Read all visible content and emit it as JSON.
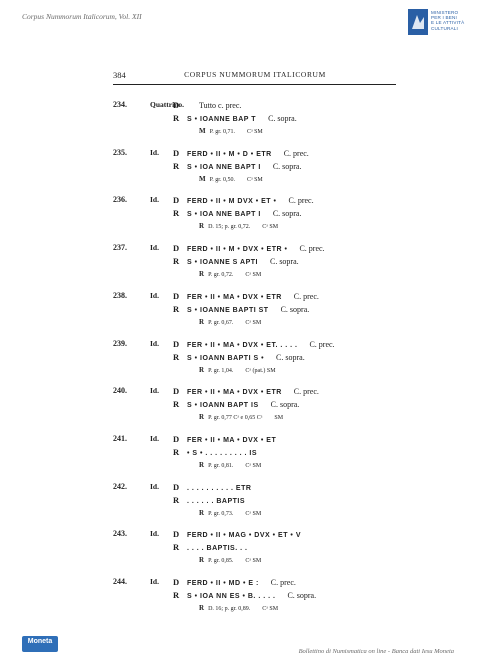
{
  "header": {
    "publication": "Corpus Nummorum Italicorum, Vol. XII",
    "ministry_line1": "MINISTERO",
    "ministry_line2": "PER I BENI",
    "ministry_line3": "E LE ATTIVITÀ",
    "ministry_line4": "CULTURALI"
  },
  "page": {
    "number": "384",
    "running_title": "CORPUS NUMMORUM ITALICORUM"
  },
  "entries": [
    {
      "num": "234.",
      "mint": "Quattrino.",
      "obv_side": "D",
      "obv_legend": "",
      "obv_desc": "Tutto c. prec.",
      "rev_side": "R",
      "rev_legend": "S • IOANNE  BAP  T",
      "rev_desc": "C. sopra.",
      "meta_metal": "M",
      "meta_details": "P. gr. 0,71.",
      "meta_collection": "Cᵃ  SM"
    },
    {
      "num": "235.",
      "mint": "Id.",
      "obv_side": "D",
      "obv_legend": "FERD • II • M • D • ETR",
      "obv_desc": "C. prec.",
      "rev_side": "R",
      "rev_legend": "S • IOA  NNE  BAPT  I",
      "rev_desc": "C. sopra.",
      "meta_metal": "M",
      "meta_details": "P. gr. 0,50.",
      "meta_collection": "Cᵃ  SM"
    },
    {
      "num": "236.",
      "mint": "Id.",
      "obv_side": "D",
      "obv_legend": "FERD • II • M  DVX • ET •",
      "obv_desc": "C. prec.",
      "rev_side": "R",
      "rev_legend": "S • IOA  NNE  BAPT  I",
      "rev_desc": "C. sopra.",
      "meta_metal": "R",
      "meta_details": "D. 15; p. gr. 0,72.",
      "meta_collection": "Cᵃ  SM"
    },
    {
      "num": "237.",
      "mint": "Id.",
      "obv_side": "D",
      "obv_legend": "FERD • II • M • DVX • ETR •",
      "obv_desc": "C. prec.",
      "rev_side": "R",
      "rev_legend": "S • IOANNE  S APTI",
      "rev_desc": "C. sopra.",
      "meta_metal": "R",
      "meta_details": "P. gr. 0,72.",
      "meta_collection": "Cᵃ  SM"
    },
    {
      "num": "238.",
      "mint": "Id.",
      "obv_side": "D",
      "obv_legend": "FER • II • MA • DVX • ETR",
      "obv_desc": "C. prec.",
      "rev_side": "R",
      "rev_legend": "S • IOANNE  BAPTI  ST",
      "rev_desc": "C. sopra.",
      "meta_metal": "R",
      "meta_details": "P. gr. 0,67.",
      "meta_collection": "Cᵃ  SM"
    },
    {
      "num": "239.",
      "mint": "Id.",
      "obv_side": "D",
      "obv_legend": "FER • II • MA • DVX • ET. . . . .",
      "obv_desc": "C. prec.",
      "rev_side": "R",
      "rev_legend": "S • IOANN  BAPTI  S •",
      "rev_desc": "C. sopra.",
      "meta_metal": "R",
      "meta_details": "P. gr. 1,04.",
      "meta_collection": "Cᵃ (pat.)  SM"
    },
    {
      "num": "240.",
      "mint": "Id.",
      "obv_side": "D",
      "obv_legend": "FER • II • MA • DVX • ETR",
      "obv_desc": "C. prec.",
      "rev_side": "R",
      "rev_legend": "S • IOANN  BAPT  IS",
      "rev_desc": "C. sopra.",
      "meta_metal": "R",
      "meta_details": "P. gr. 0,77 Cᵃ e 0,65 Cᵃ",
      "meta_collection": "SM"
    },
    {
      "num": "241.",
      "mint": "Id.",
      "obv_side": "D",
      "obv_legend": "FER • II • MA •   DVX • ET",
      "obv_desc": "",
      "rev_side": "R",
      "rev_legend": "• S • . . . . . . . . .  IS",
      "rev_desc": "",
      "meta_metal": "R",
      "meta_details": "P. gr. 0,81.",
      "meta_collection": "Cᵃ  SM"
    },
    {
      "num": "242.",
      "mint": "Id.",
      "obv_side": "D",
      "obv_legend": ". . . . . . . . . .  ETR",
      "obv_desc": "",
      "rev_side": "R",
      "rev_legend": ". . . . . .  BAPTIS",
      "rev_desc": "",
      "meta_metal": "R",
      "meta_details": "P. gr. 0,73.",
      "meta_collection": "Cᵃ  SM"
    },
    {
      "num": "243.",
      "mint": "Id.",
      "obv_side": "D",
      "obv_legend": "FERD • II • MAG • DVX • ET • V",
      "obv_desc": "",
      "rev_side": "R",
      "rev_legend": ". . . .  BAPTIS. . .",
      "rev_desc": "",
      "meta_metal": "R",
      "meta_details": "P. gr. 0,85.",
      "meta_collection": "Cᵃ  SM"
    },
    {
      "num": "244.",
      "mint": "Id.",
      "obv_side": "D",
      "obv_legend": "FERD • II • MD • E :",
      "obv_desc": "C. prec.",
      "rev_side": "R",
      "rev_legend": "S • IOA  NN  ES • B. . . . .",
      "rev_desc": "C. sopra.",
      "meta_metal": "R",
      "meta_details": "D. 16; p. gr. 0,89.",
      "meta_collection": "Cᵃ  SM"
    }
  ],
  "footer": {
    "badge": "Moneta",
    "credit": "Bollettino di Numismatica on line - Banca dati Iesu Moneta"
  }
}
